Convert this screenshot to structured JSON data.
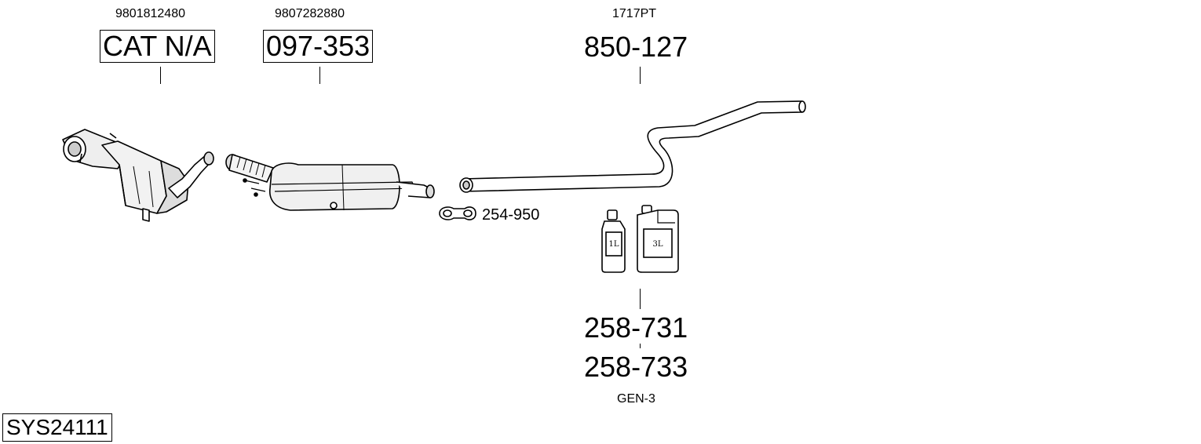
{
  "parts": {
    "cat": {
      "oe": "9801812480",
      "number": "CAT N/A"
    },
    "dpf": {
      "oe": "9807282880",
      "number": "097-353"
    },
    "tail": {
      "oe": "1717PT",
      "number": "850-127"
    },
    "clamp": {
      "number": "254-950"
    },
    "fluid_1": {
      "number": "258-731"
    },
    "fluid_2": {
      "number": "258-733"
    },
    "fluid_gen": {
      "oe": "GEN-3"
    },
    "bottle_small": {
      "label": "1L"
    },
    "canister_large": {
      "label": "3L"
    }
  },
  "system": {
    "id": "SYS24111"
  },
  "icons": [
    "catalyst-icon",
    "dpf-icon",
    "tailpipe-icon",
    "clamp-icon",
    "bottle-icon",
    "canister-icon"
  ]
}
